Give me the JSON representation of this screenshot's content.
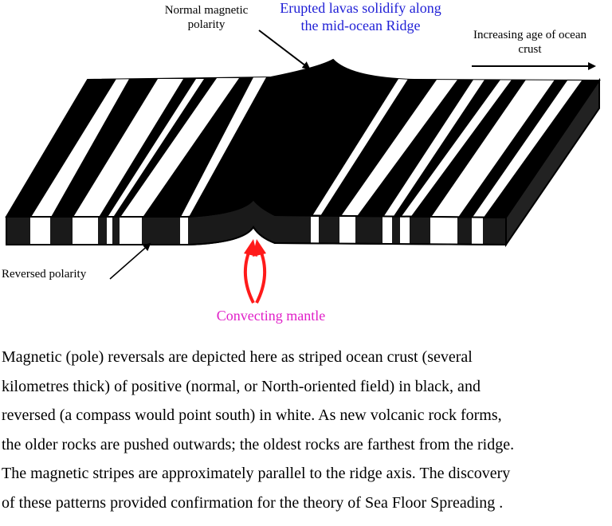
{
  "diagram": {
    "labels": {
      "normal_polarity": "Normal magnetic polarity",
      "erupted_lavas": "Erupted lavas solidify along the mid-ocean Ridge",
      "increasing_age": "Increasing age of ocean crust",
      "reversed_polarity": "Reversed polarity",
      "convecting_mantle": "Convecting mantle"
    },
    "colors": {
      "normal_crust": "#000000",
      "reversed_crust": "#ffffff",
      "crust_side": "#222222",
      "mantle_arrows": "#ff1a1a",
      "eruption_text": "#1f1fd6",
      "mantle_text": "#e020c8"
    }
  },
  "caption": {
    "lines": [
      "Magnetic (pole) reversals are depicted here as striped ocean crust (several",
      "kilometres thick) of positive (normal, or North-oriented field) in black, and",
      "reversed (a compass would point south) in white.  As new volcanic rock forms,",
      "the older rocks are pushed outwards; the oldest rocks are farthest from the ridge.",
      "The magnetic stripes are approximately parallel to the ridge axis.  The discovery",
      "of these patterns provided confirmation for the theory of Sea Floor Spreading ."
    ]
  }
}
